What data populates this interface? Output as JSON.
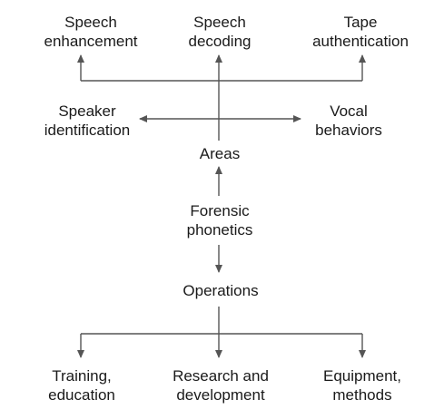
{
  "diagram": {
    "colors": {
      "text": "#1a1a1a",
      "line": "#555555",
      "background": "#ffffff"
    },
    "nodes": {
      "speech_enhancement": [
        "Speech",
        "enhancement"
      ],
      "speech_decoding": [
        "Speech",
        "decoding"
      ],
      "tape_authentication": [
        "Tape",
        "authentication"
      ],
      "speaker_identification": [
        "Speaker",
        "identification"
      ],
      "vocal_behaviors": [
        "Vocal",
        "behaviors"
      ],
      "areas": [
        "Areas"
      ],
      "forensic_phonetics": [
        "Forensic",
        "phonetics"
      ],
      "operations": [
        "Operations"
      ],
      "training_education": [
        "Training,",
        "education"
      ],
      "research_development": [
        "Research and",
        "development"
      ],
      "equipment_methods": [
        "Equipment,",
        "methods"
      ]
    }
  }
}
